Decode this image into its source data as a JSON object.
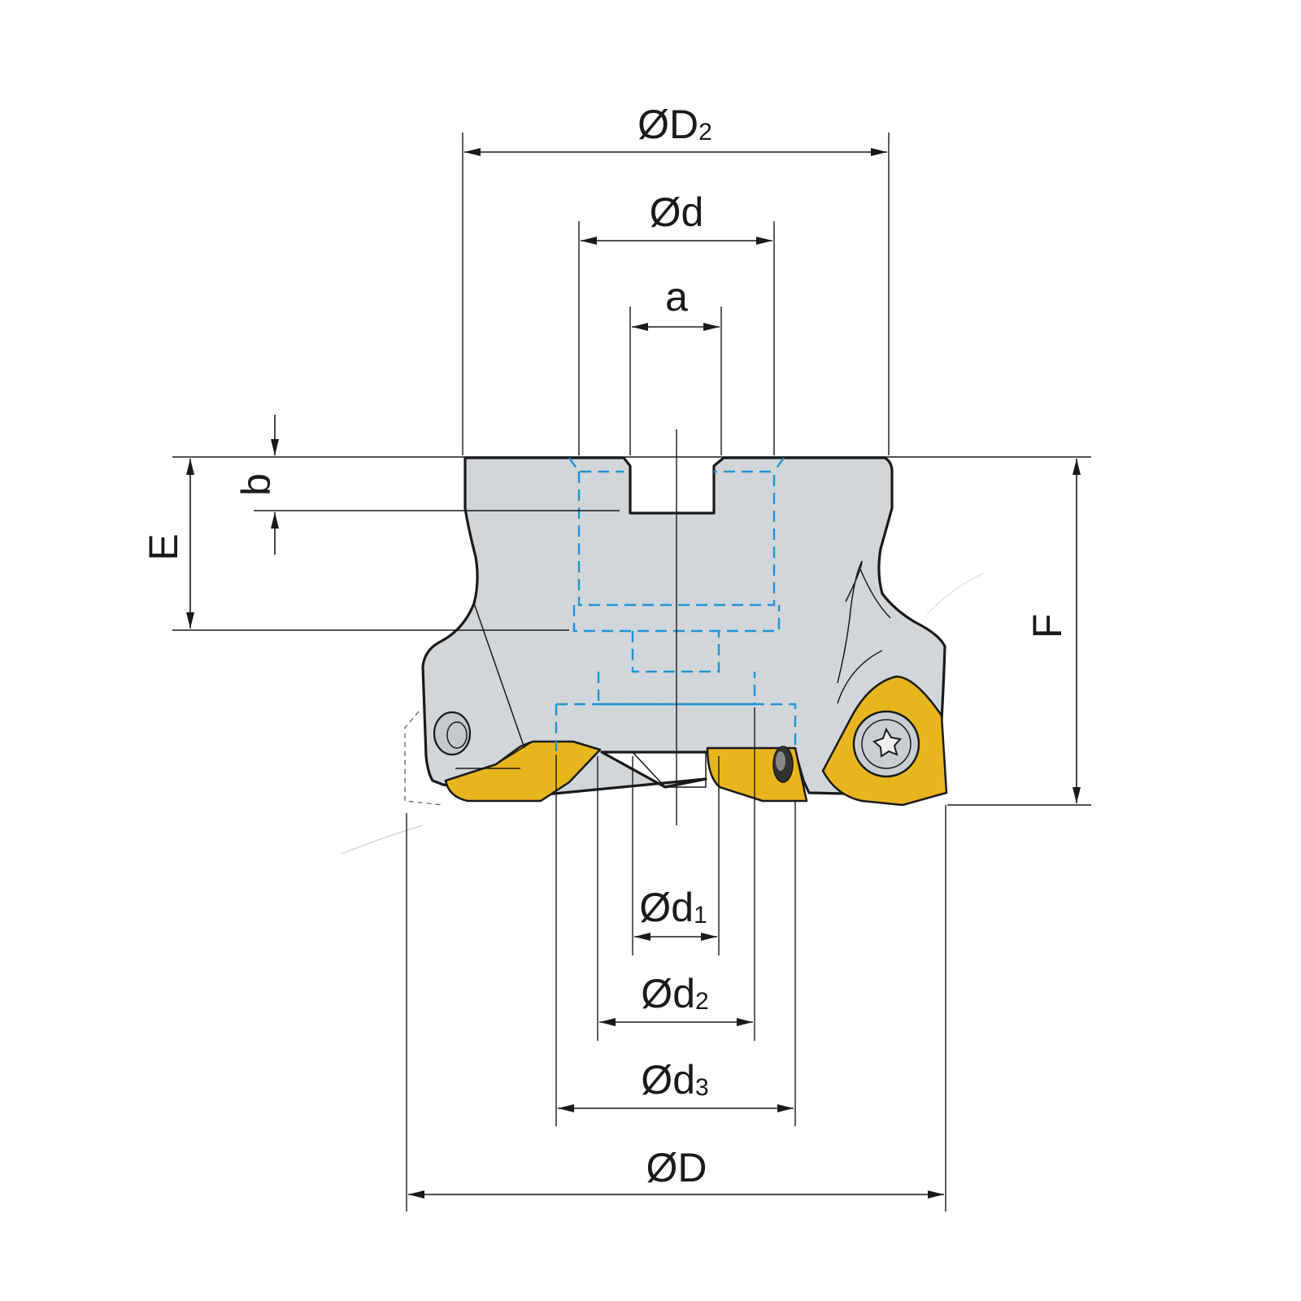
{
  "figure": {
    "dimensions": {
      "D2": {
        "main": "ØD",
        "sub": "2"
      },
      "d": {
        "main": "Ød",
        "sub": ""
      },
      "a": {
        "main": "a",
        "sub": ""
      },
      "b": {
        "main": "b",
        "sub": ""
      },
      "E": {
        "main": "E",
        "sub": ""
      },
      "F": {
        "main": "F",
        "sub": ""
      },
      "d1": {
        "main": "Ød",
        "sub": "1"
      },
      "d2": {
        "main": "Ød",
        "sub": "2"
      },
      "d3": {
        "main": "Ød",
        "sub": "3"
      },
      "D": {
        "main": "ØD",
        "sub": ""
      }
    },
    "colors": {
      "body": "#d1d6db",
      "insert": "#e8b51c",
      "hidden_lines": "#1e95d4",
      "ink": "#1a1a1a"
    },
    "icons": {
      "insert_screw": "torx-screw-icon",
      "coolant_hole": "coolant-hole-icon"
    }
  }
}
